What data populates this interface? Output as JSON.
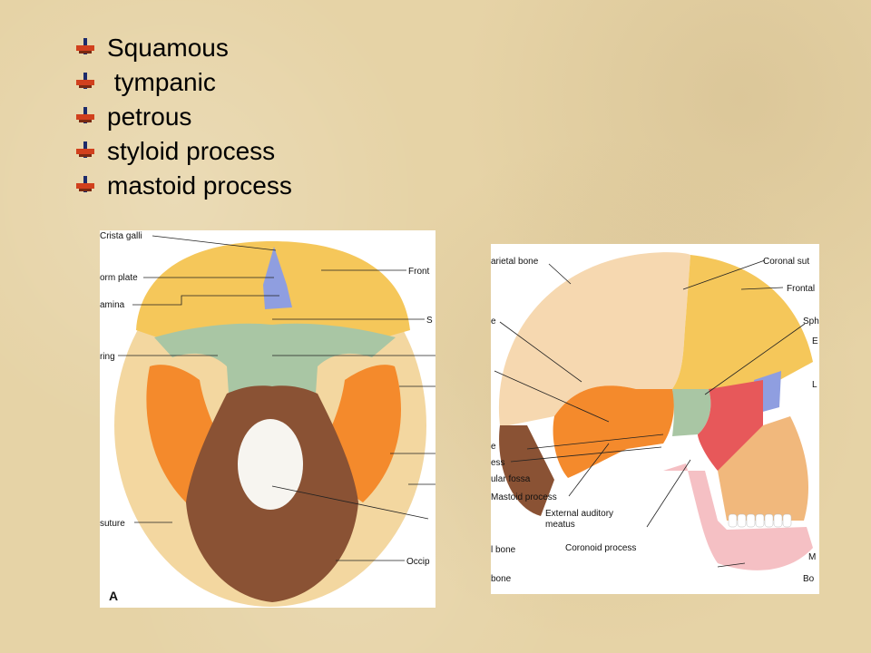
{
  "bullets": [
    "Squamous",
    " tympanic",
    "petrous",
    "styloid process",
    "mastoid process"
  ],
  "panel_a": {
    "letter": "A",
    "labels": {
      "crista_galli": "Crista galli",
      "cribriform_plate": "orm plate",
      "lamina": "amina",
      "frontal": "Front",
      "sphenoid": "S",
      "ring": "ring",
      "suture": "suture",
      "occipital": "Occip"
    }
  },
  "panel_b": {
    "labels": {
      "parietal": "arietal bone",
      "coronal": "Coronal sut",
      "frontal": "Frontal",
      "sphenoid": "Sph",
      "e": "E",
      "l": "L",
      "e_left": "e",
      "e_left2": "e",
      "process": "ess",
      "fossa": "ular fossa",
      "mastoid": "Mastoid process",
      "ext_auditory_1": "External auditory",
      "ext_auditory_2": "meatus",
      "coronoid": "Coronoid process",
      "m": "M",
      "bo": "Bo",
      "bone1": "l bone",
      "bone2": "bone"
    }
  },
  "colors": {
    "background": "#e6d3a6",
    "frontal": "#f5c75a",
    "sphenoid": "#a9c6a4",
    "temporal": "#f48a2c",
    "occipital": "#8a5234",
    "parietal": "#f6d8b0",
    "ethmoid": "#8f9ee0",
    "zygomatic": "#e7585a",
    "mandible": "#f5c0c4",
    "maxilla": "#f1b87c"
  }
}
